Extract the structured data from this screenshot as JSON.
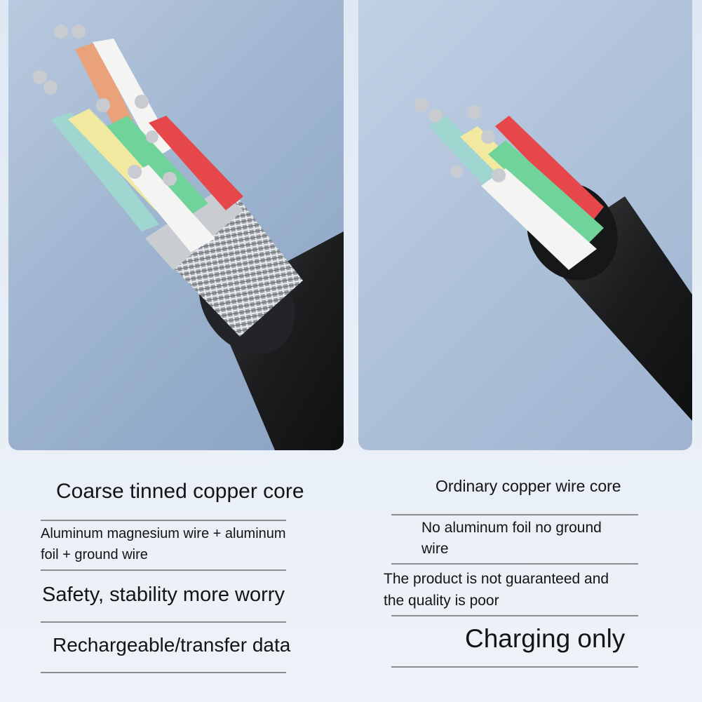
{
  "left": {
    "captions": [
      "Coarse tinned copper core",
      "Aluminum magnesium wire + aluminum",
      "foil + ground wire",
      "Safety, stability more worry",
      "Rechargeable/transfer data"
    ]
  },
  "right": {
    "captions": [
      "Ordinary copper wire core",
      "No aluminum foil no ground",
      "wire",
      "The product is not guaranteed and",
      "the quality is poor",
      "Charging only"
    ]
  },
  "colors": {
    "background": "#e6edf6",
    "panel_left": "#9fb5d0",
    "panel_right": "#aec1da",
    "cable_jacket": "#1e1f21",
    "wire_red": "#e5474b",
    "wire_green": "#6fd39a",
    "wire_white": "#f4f4f2",
    "wire_yellow": "#f1e9a0",
    "wire_teal": "#9fd6d0",
    "wire_orange": "#e9a27a",
    "rule": "#8d8d8d"
  }
}
